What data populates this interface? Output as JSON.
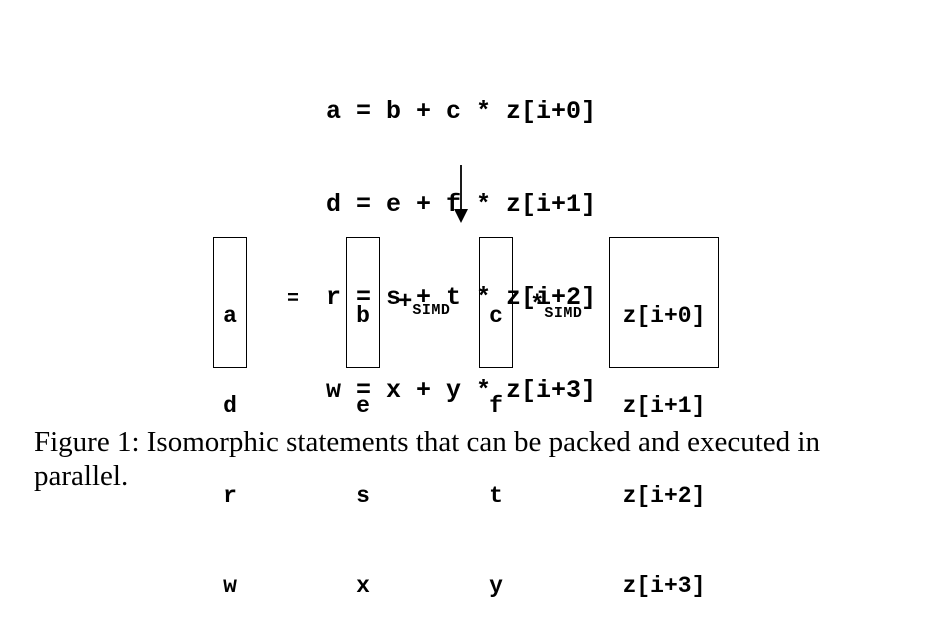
{
  "statements": [
    "a = b + c * z[i+0]",
    "d = e + f * z[i+1]",
    "r = s + t * z[i+2]",
    "w = x + y * z[i+3]"
  ],
  "vectors": {
    "a": [
      "a",
      "d",
      "r",
      "w"
    ],
    "b": [
      "b",
      "e",
      "s",
      "x"
    ],
    "c": [
      "c",
      "f",
      "t",
      "y"
    ],
    "z": [
      "z[i+0]",
      "z[i+1]",
      "z[i+2]",
      "z[i+3]"
    ]
  },
  "operators": {
    "equals": "=",
    "plus": "+",
    "plus_sub": "SIMD",
    "times": "*",
    "times_sub": "SIMD"
  },
  "caption": "Figure 1: Isomorphic statements that can be packed and executed in parallel."
}
